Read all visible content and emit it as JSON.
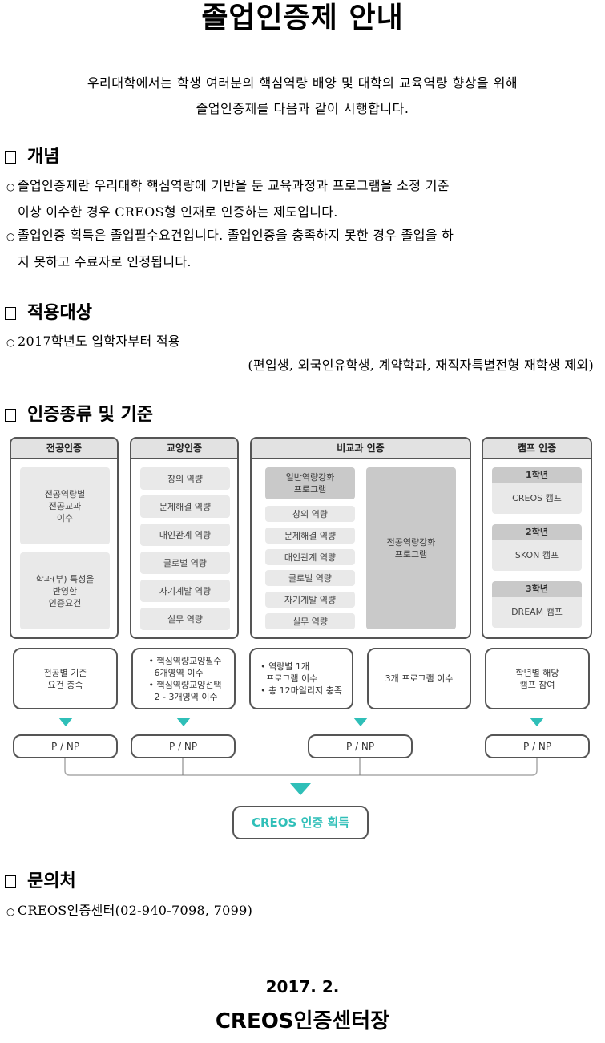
{
  "title": "졸업인증제 안내",
  "intro": {
    "line1": "우리대학에서는 학생 여러분의 핵심역량 배양 및 대학의 교육역량 향상을 위해",
    "line2": "졸업인증제를 다음과 같이 시행합니다."
  },
  "bullet_glyph": "○",
  "section_concept": {
    "heading": "개념",
    "items": [
      {
        "line1": "졸업인증제란 우리대학 핵심역량에 기반을 둔 교육과정과 프로그램을 소정 기준",
        "line2": "이상 이수한 경우 CREOS형 인재로 인증하는 제도입니다."
      },
      {
        "line1": "졸업인증 획득은 졸업필수요건입니다. 졸업인증을 충족하지 못한 경우 졸업을 하",
        "line2": "지 못하고 수료자로 인정됩니다."
      }
    ]
  },
  "section_target": {
    "heading": "적용대상",
    "item": "2017학년도 입학자부터 적용",
    "note": "(편입생, 외국인유학생, 계약학과, 재직자특별전형 재학생 제외)"
  },
  "section_types": {
    "heading": "인증종류 및 기준",
    "accent_color": "#2fbfb8",
    "panels": {
      "major": {
        "title": "전공인증",
        "boxes": [
          "전공역량별\n전공교과\n이수",
          "학과(부) 특성을\n반영한\n인증요건"
        ],
        "requirement": "전공별 기준\n요건 충족",
        "result": "P / NP"
      },
      "liberal": {
        "title": "교양인증",
        "boxes": [
          "창의 역량",
          "문제해결 역량",
          "대인관계 역량",
          "글로벌 역량",
          "자기계발 역량",
          "실무 역량"
        ],
        "requirement": "• 핵심역량교양필수\n  6개영역 이수\n• 핵심역량교양선택\n  2 - 3개영역 이수",
        "result": "P / NP"
      },
      "extra": {
        "title": "비교과 인증",
        "general_program": "일반역량강화\n프로그램",
        "boxes": [
          "창의 역량",
          "문제해결 역량",
          "대인관계 역량",
          "글로벌 역량",
          "자기계발 역량",
          "실무 역량"
        ],
        "major_program": "전공역량강화\n프로그램",
        "requirement_left": "• 역량별 1개\n  프로그램 이수\n• 총 12마일리지 충족",
        "requirement_right": "3개 프로그램 이수",
        "result": "P / NP"
      },
      "camp": {
        "title": "캠프 인증",
        "camps": [
          {
            "grade": "1학년",
            "name": "CREOS 캠프"
          },
          {
            "grade": "2학년",
            "name": "SKON 캠프"
          },
          {
            "grade": "3학년",
            "name": "DREAM 캠프"
          }
        ],
        "requirement": "학년별 해당\n캠프 참여",
        "result": "P / NP"
      }
    },
    "final": "CREOS 인증 획득"
  },
  "section_contact": {
    "heading": "문의처",
    "item": "CREOS인증센터(02-940-7098, 7099)"
  },
  "footer": {
    "date": "2017. 2.",
    "signer": "CREOS인증센터장"
  }
}
